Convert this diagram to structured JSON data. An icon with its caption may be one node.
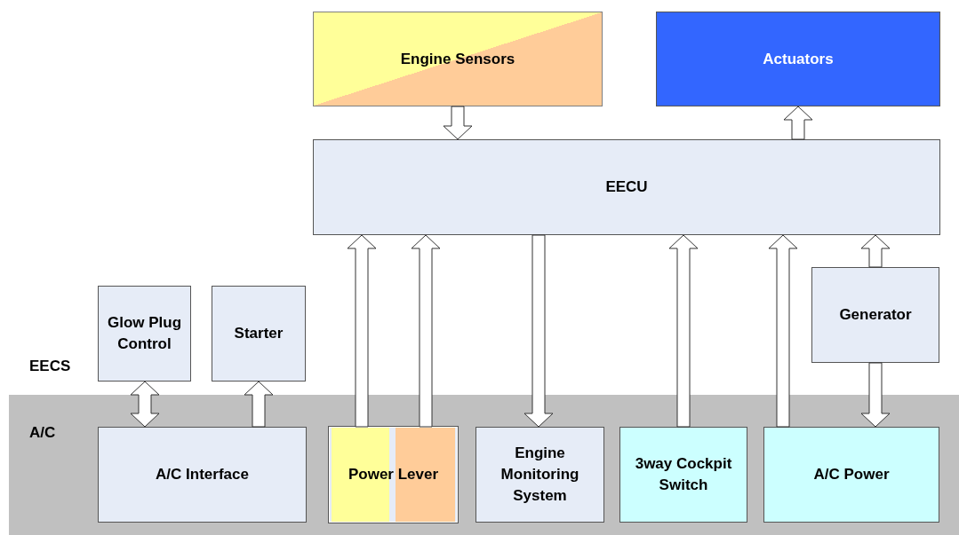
{
  "diagram": {
    "nodes": [
      {
        "text": [
          "Engine Sensors"
        ]
      },
      {
        "text": [
          "Actuators"
        ]
      },
      {
        "text": [
          "EECU"
        ]
      },
      {
        "text": [
          "Glow Plug Control"
        ]
      },
      {
        "text": [
          "Starter"
        ]
      },
      {
        "text": [
          "Generator"
        ]
      },
      {
        "text": [
          "A/C"
        ]
      },
      {
        "text": [
          "A/C Interface"
        ],
        "in": 6
      },
      {
        "text": [
          "Power Lever"
        ],
        "in": 6
      },
      {
        "text": [
          "Engine Monitoring System"
        ],
        "in": 6
      },
      {
        "text": [
          "3way Cockpit Switch"
        ],
        "in": 6
      },
      {
        "text": [
          "A/C Power"
        ],
        "in": 6
      }
    ],
    "edges": [
      {
        "from": 0,
        "to": 2,
        "arrow": "to"
      },
      {
        "from": 2,
        "to": 1,
        "arrow": "to"
      },
      {
        "from": 3,
        "to": 7,
        "arrow": "both"
      },
      {
        "from": 7,
        "to": 4,
        "arrow": "to"
      },
      {
        "from": 8,
        "to": 2,
        "arrow": "to"
      },
      {
        "from": 8,
        "to": 2,
        "arrow": "to"
      },
      {
        "from": 2,
        "to": 9,
        "arrow": "to"
      },
      {
        "from": 10,
        "to": 2,
        "arrow": "to"
      },
      {
        "from": 11,
        "to": 2,
        "arrow": "to"
      },
      {
        "from": 5,
        "to": 2,
        "arrow": "to"
      },
      {
        "from": 5,
        "to": 11,
        "arrow": "to"
      }
    ],
    "labels": [
      "EECS"
    ]
  }
}
